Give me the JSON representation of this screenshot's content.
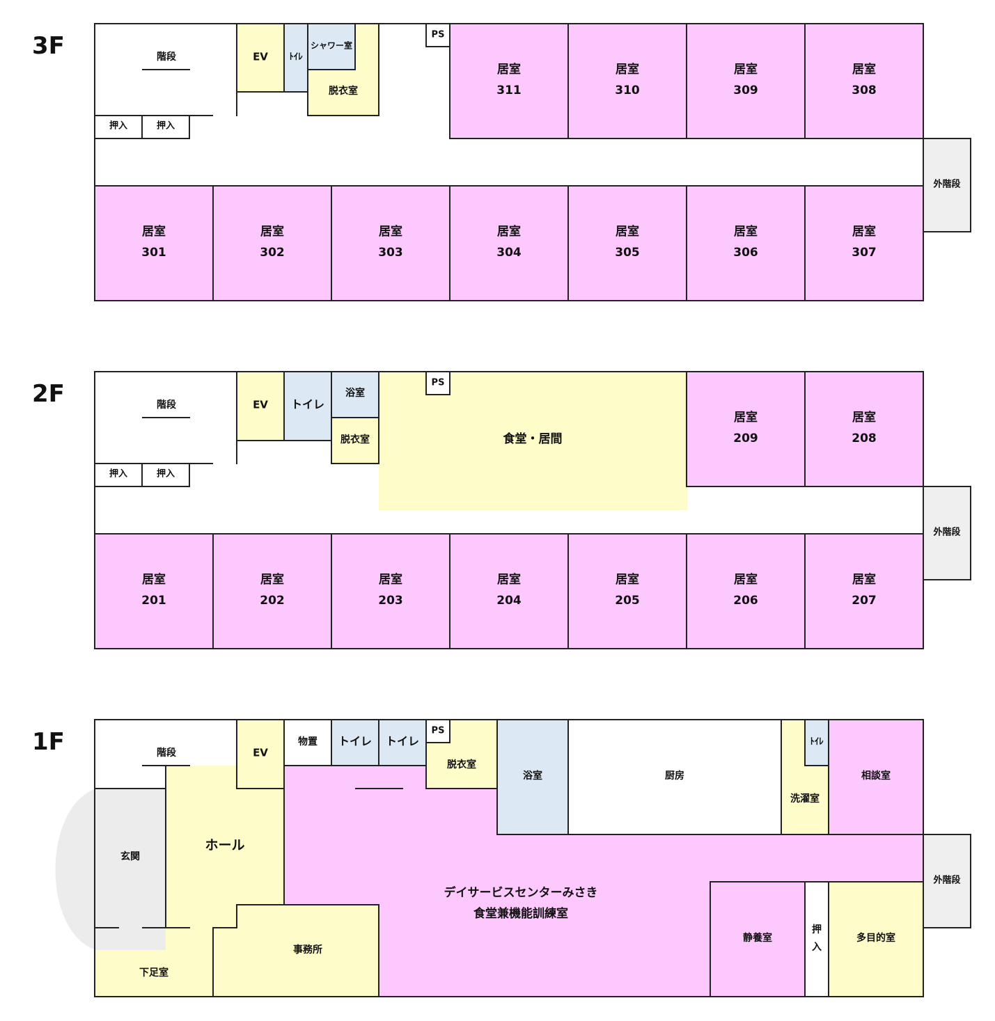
{
  "colors": {
    "room": "#fdc8fd",
    "service": "#fefcc8",
    "water": "#dce8f4",
    "stairs": "#efefef",
    "plain": "#ffffff",
    "entrance_bg": "#ececec"
  },
  "floors": {
    "f3": {
      "label": "3F",
      "stairs": "階段",
      "ev": "EV",
      "toilet": "ﾄｲﾚ",
      "shower": "シャワー室",
      "dressing": "脱衣室",
      "ps": "PS",
      "closet1": "押入",
      "closet2": "押入",
      "outer_stairs": "外階段",
      "rooms": [
        {
          "name": "居室",
          "number": "311"
        },
        {
          "name": "居室",
          "number": "310"
        },
        {
          "name": "居室",
          "number": "309"
        },
        {
          "name": "居室",
          "number": "308"
        },
        {
          "name": "居室",
          "number": "301"
        },
        {
          "name": "居室",
          "number": "302"
        },
        {
          "name": "居室",
          "number": "303"
        },
        {
          "name": "居室",
          "number": "304"
        },
        {
          "name": "居室",
          "number": "305"
        },
        {
          "name": "居室",
          "number": "306"
        },
        {
          "name": "居室",
          "number": "307"
        }
      ]
    },
    "f2": {
      "label": "2F",
      "stairs": "階段",
      "ev": "EV",
      "toilet": "トイレ",
      "bath": "浴室",
      "dressing": "脱衣室",
      "ps": "PS",
      "dining": "食堂・居間",
      "closet1": "押入",
      "closet2": "押入",
      "outer_stairs": "外階段",
      "rooms": [
        {
          "name": "居室",
          "number": "209"
        },
        {
          "name": "居室",
          "number": "208"
        },
        {
          "name": "居室",
          "number": "201"
        },
        {
          "name": "居室",
          "number": "202"
        },
        {
          "name": "居室",
          "number": "203"
        },
        {
          "name": "居室",
          "number": "204"
        },
        {
          "name": "居室",
          "number": "205"
        },
        {
          "name": "居室",
          "number": "206"
        },
        {
          "name": "居室",
          "number": "207"
        }
      ]
    },
    "f1": {
      "label": "1F",
      "stairs": "階段",
      "ev": "EV",
      "storage": "物置",
      "toilet1": "トイレ",
      "toilet2": "トイレ",
      "ps": "PS",
      "dressing": "脱衣室",
      "bath": "浴室",
      "kitchen": "厨房",
      "toilet_small": "ﾄｲﾚ",
      "laundry": "洗濯室",
      "consult": "相談室",
      "hall": "ホール",
      "entrance": "玄関",
      "day_service_1": "デイサービスセンターみさき",
      "day_service_2": "食堂兼機能訓練室",
      "outer_stairs": "外階段",
      "shoe_room": "下足室",
      "office": "事務所",
      "rest_room": "静養室",
      "closet_a": "押",
      "closet_b": "入",
      "multipurpose": "多目的室"
    }
  }
}
